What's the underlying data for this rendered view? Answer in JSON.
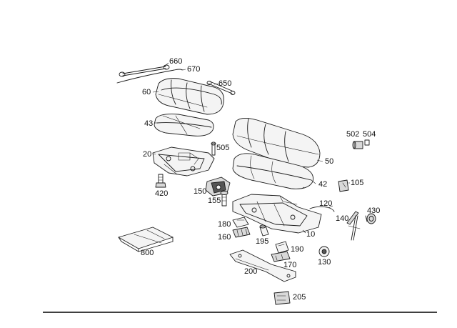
{
  "diagram": {
    "callouts": {
      "p660": "660",
      "p670": "670",
      "p650": "650",
      "p60": "60",
      "p43": "43",
      "p20": "20",
      "p505": "505",
      "p420": "420",
      "p150": "150",
      "p155": "155",
      "p502": "502",
      "p504": "504",
      "p50": "50",
      "p42": "42",
      "p105": "105",
      "p120": "120",
      "p140": "140",
      "p430": "430",
      "p180": "180",
      "p160": "160",
      "p10": "10",
      "p195": "195",
      "p190": "190",
      "p800": "800",
      "p130": "130",
      "p170": "170",
      "p200": "200",
      "p205": "205"
    }
  }
}
